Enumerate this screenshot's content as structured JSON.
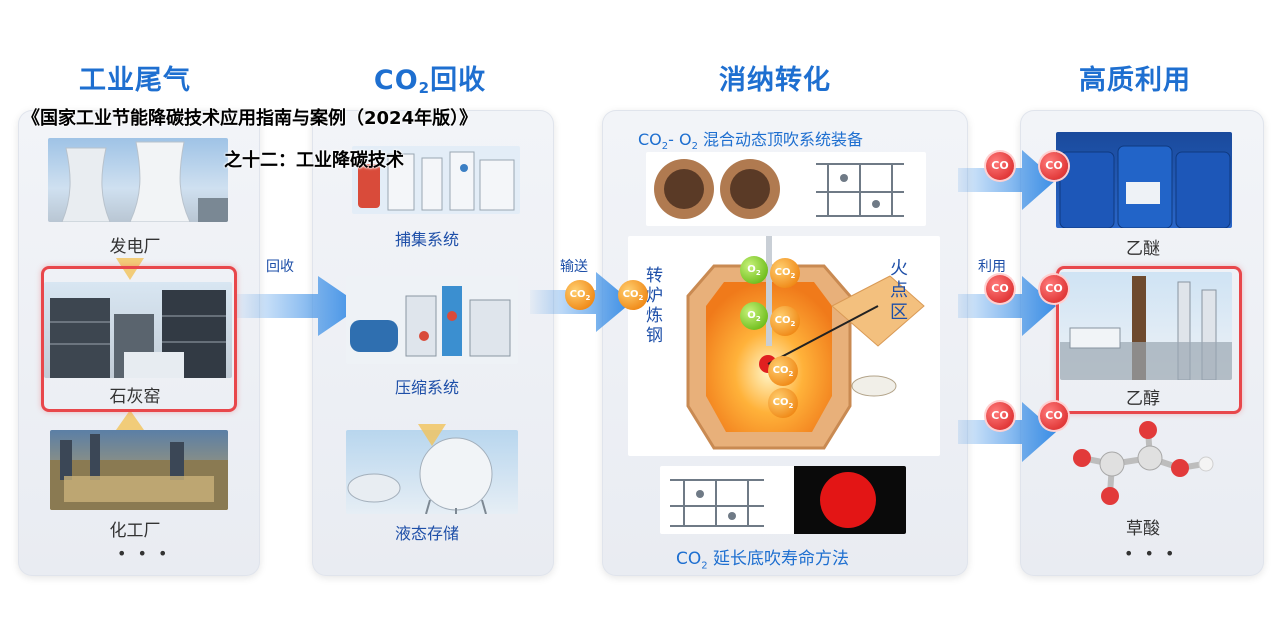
{
  "overlay": {
    "line1": "《国家工业节能降碳技术应用指南与案例（2024年版）》",
    "line2": "之十二：工业降碳技术"
  },
  "columns": {
    "exhaust": {
      "title": "工业尾气",
      "items": [
        "发电厂",
        "石灰窑",
        "化工厂"
      ],
      "more": "• • •"
    },
    "recovery": {
      "title_main": "CO",
      "title_sub": "2",
      "title_tail": "回收",
      "items": [
        "捕集系统",
        "压缩系统",
        "液态存储"
      ]
    },
    "conversion": {
      "title": "消纳转化",
      "top_caption_a": "CO",
      "top_caption_sub": "2",
      "top_caption_b": "- O",
      "top_caption_sub2": "2",
      "top_caption_c": " 混合动态顶吹系统装备",
      "furnace_label": "转炉炼钢",
      "fire_label": "火点区",
      "bottom_caption_a": "CO",
      "bottom_caption_sub": "2",
      "bottom_caption_b": " 延长底吹寿命方法"
    },
    "utilization": {
      "title": "高质利用",
      "items": [
        "乙醚",
        "乙醇",
        "草酸"
      ],
      "more": "• • •"
    }
  },
  "arrows": {
    "recover": "回收",
    "transport": "输送",
    "utilize": "利用"
  },
  "badges": {
    "co": "CO",
    "co2_main": "CO",
    "co2_sub": "2",
    "o2_main": "O",
    "o2_sub": "2"
  },
  "colors": {
    "title_blue": "#1e6fd0",
    "arrow_blue": "#3a8ee6",
    "highlight_red": "#e8474b",
    "co_red": "#e23a3a",
    "co2_orange": "#f08a18",
    "o2_green": "#6fbe1e"
  }
}
